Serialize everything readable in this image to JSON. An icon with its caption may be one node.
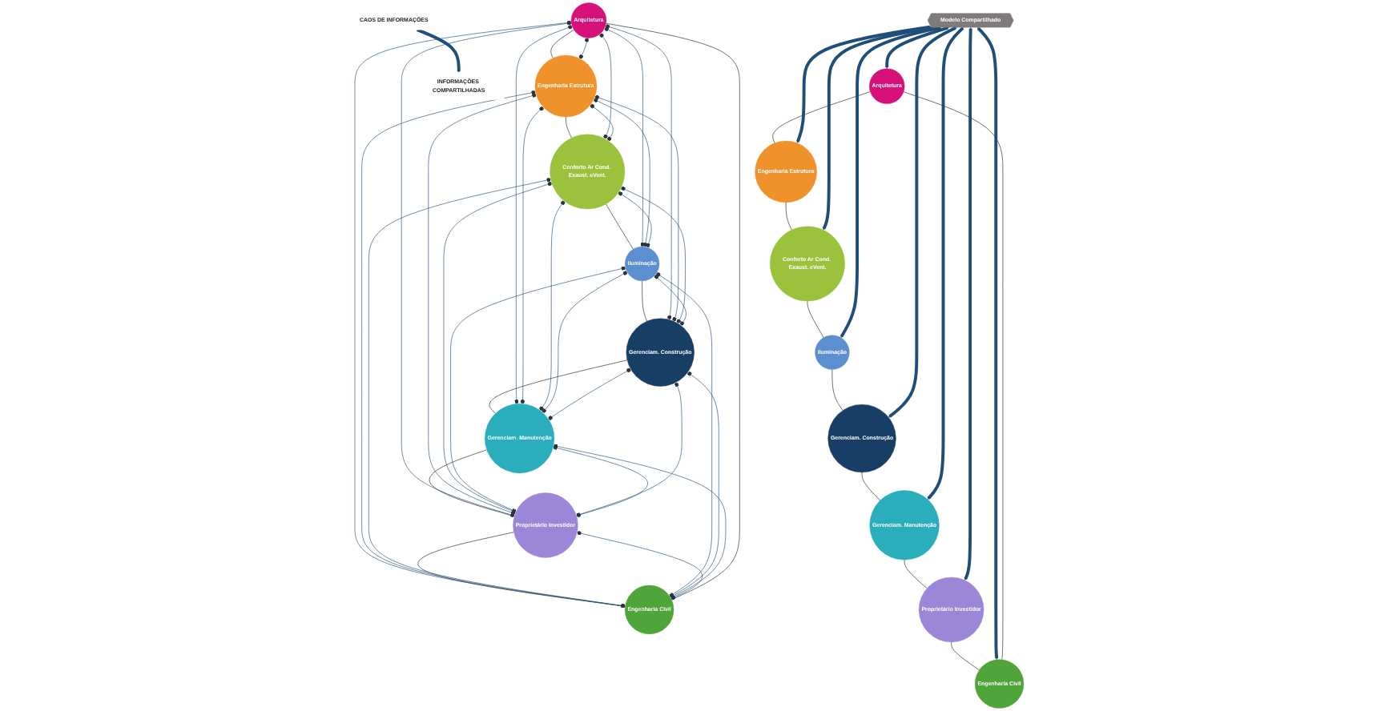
{
  "diagram": {
    "nodes": [
      {
        "text": [
          "Arquitetura"
        ]
      },
      {
        "text": [
          "Engenharia Estrutura"
        ]
      },
      {
        "text": [
          "Conforto Ar Cond. Exaust. eVent."
        ]
      },
      {
        "text": [
          "Iluminação"
        ]
      },
      {
        "text": [
          "Gerenciam. Construção"
        ]
      },
      {
        "text": [
          "Gerenciam. Manutenção"
        ]
      },
      {
        "text": [
          "Proprietário Investidor"
        ]
      },
      {
        "text": [
          "Engenharia Civil"
        ]
      },
      {
        "text": [
          "Modelo Compartilhado"
        ]
      },
      {
        "text": [
          "Arquitetura"
        ]
      },
      {
        "text": [
          "Engenharia Estrutura"
        ]
      },
      {
        "text": [
          "Conforto Ar Cond. Exaust. eVent."
        ]
      },
      {
        "text": [
          "Iluminação"
        ]
      },
      {
        "text": [
          "Gerenciam. Construção"
        ]
      },
      {
        "text": [
          "Gerenciam. Manutenção"
        ]
      },
      {
        "text": [
          "Proprietário Investidor"
        ]
      },
      {
        "text": [
          "Engenharia Civil"
        ]
      },
      {
        "text": [
          "CAOS DE INFORMAÇÕES"
        ]
      },
      {
        "text": [
          "INFORMAÇÕES COMPARTILHADAS"
        ]
      }
    ],
    "edges": [
      {
        "from": 0,
        "to": 1,
        "arrow": "none",
        "color": "#222222"
      },
      {
        "from": 1,
        "to": 2,
        "arrow": "none",
        "color": "#222222"
      },
      {
        "from": 2,
        "to": 3,
        "arrow": "none",
        "color": "#222222"
      },
      {
        "from": 3,
        "to": 4,
        "arrow": "none",
        "color": "#222222"
      },
      {
        "from": 4,
        "to": 5,
        "arrow": "none",
        "color": "#222222"
      },
      {
        "from": 5,
        "to": 6,
        "arrow": "none",
        "color": "#222222"
      },
      {
        "from": 6,
        "to": 7,
        "arrow": "none",
        "color": "#222222"
      },
      {
        "from": 7,
        "to": 0,
        "arrow": "none",
        "color": "#222222"
      },
      {
        "from": 0,
        "to": 1,
        "arrow": "other"
      },
      {
        "from": 0,
        "to": 2,
        "arrow": "other"
      },
      {
        "from": 0,
        "to": 3,
        "arrow": "other"
      },
      {
        "from": 0,
        "to": 4,
        "arrow": "other"
      },
      {
        "from": 0,
        "to": 5,
        "arrow": "other"
      },
      {
        "from": 0,
        "to": 6,
        "arrow": "other"
      },
      {
        "from": 0,
        "to": 7,
        "arrow": "other"
      },
      {
        "from": 1,
        "to": 2,
        "arrow": "other"
      },
      {
        "from": 1,
        "to": 3,
        "arrow": "other"
      },
      {
        "from": 1,
        "to": 4,
        "arrow": "other"
      },
      {
        "from": 1,
        "to": 5,
        "arrow": "other"
      },
      {
        "from": 1,
        "to": 6,
        "arrow": "other"
      },
      {
        "from": 1,
        "to": 7,
        "arrow": "other"
      },
      {
        "from": 2,
        "to": 3,
        "arrow": "other"
      },
      {
        "from": 2,
        "to": 4,
        "arrow": "other"
      },
      {
        "from": 2,
        "to": 5,
        "arrow": "other"
      },
      {
        "from": 2,
        "to": 6,
        "arrow": "other"
      },
      {
        "from": 2,
        "to": 7,
        "arrow": "other"
      },
      {
        "from": 3,
        "to": 4,
        "arrow": "other"
      },
      {
        "from": 3,
        "to": 5,
        "arrow": "other"
      },
      {
        "from": 3,
        "to": 6,
        "arrow": "other"
      },
      {
        "from": 3,
        "to": 7,
        "arrow": "other"
      },
      {
        "from": 4,
        "to": 5,
        "arrow": "other"
      },
      {
        "from": 4,
        "to": 6,
        "arrow": "other"
      },
      {
        "from": 4,
        "to": 7,
        "arrow": "other"
      },
      {
        "from": 5,
        "to": 6,
        "arrow": "other"
      },
      {
        "from": 5,
        "to": 7,
        "arrow": "other"
      },
      {
        "from": 6,
        "to": 7,
        "arrow": "other"
      },
      {
        "from": 9,
        "to": 10,
        "arrow": "none",
        "color": "#222222"
      },
      {
        "from": 10,
        "to": 11,
        "arrow": "none",
        "color": "#222222"
      },
      {
        "from": 11,
        "to": 12,
        "arrow": "none",
        "color": "#222222"
      },
      {
        "from": 12,
        "to": 13,
        "arrow": "none",
        "color": "#222222"
      },
      {
        "from": 13,
        "to": 14,
        "arrow": "none",
        "color": "#222222"
      },
      {
        "from": 14,
        "to": 15,
        "arrow": "none",
        "color": "#222222"
      },
      {
        "from": 15,
        "to": 16,
        "arrow": "none",
        "color": "#222222"
      },
      {
        "from": 16,
        "to": 9,
        "arrow": "none",
        "color": "#222222"
      },
      {
        "from": 8,
        "to": 9,
        "arrow": "both",
        "style": "thick"
      },
      {
        "from": 8,
        "to": 10,
        "arrow": "both",
        "style": "thick"
      },
      {
        "from": 8,
        "to": 11,
        "arrow": "both",
        "style": "thick"
      },
      {
        "from": 8,
        "to": 12,
        "arrow": "both",
        "style": "thick"
      },
      {
        "from": 8,
        "to": 13,
        "arrow": "both",
        "style": "thick"
      },
      {
        "from": 8,
        "to": 14,
        "arrow": "both",
        "style": "thick"
      },
      {
        "from": 8,
        "to": 15,
        "arrow": "both",
        "style": "thick"
      },
      {
        "from": 8,
        "to": 16,
        "arrow": "both",
        "style": "thick"
      },
      {
        "from": 17,
        "to": 18,
        "arrow": "to",
        "style": "thick"
      }
    ]
  }
}
